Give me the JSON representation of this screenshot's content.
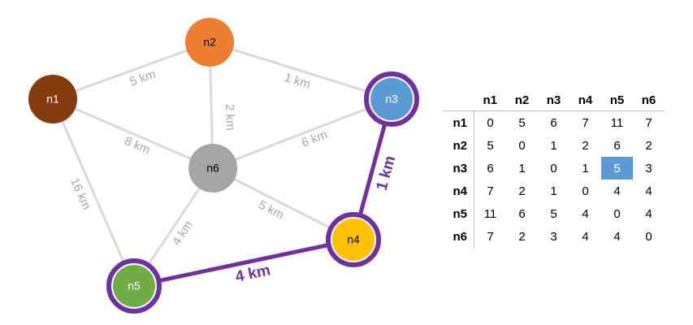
{
  "graph": {
    "nodes": [
      {
        "id": "n1",
        "label": "n1",
        "fill": "#843c0c",
        "text_color": "#ffffff",
        "highlighted": false
      },
      {
        "id": "n2",
        "label": "n2",
        "fill": "#ed7d31",
        "text_color": "#000000",
        "highlighted": false
      },
      {
        "id": "n3",
        "label": "n3",
        "fill": "#5b9bd5",
        "text_color": "#ffffff",
        "highlighted": true
      },
      {
        "id": "n4",
        "label": "n4",
        "fill": "#ffc000",
        "text_color": "#000000",
        "highlighted": true
      },
      {
        "id": "n5",
        "label": "n5",
        "fill": "#70ad47",
        "text_color": "#ffffff",
        "highlighted": true
      },
      {
        "id": "n6",
        "label": "n6",
        "fill": "#a5a5a5",
        "text_color": "#000000",
        "highlighted": false
      }
    ],
    "edges": [
      {
        "from": "n1",
        "to": "n2",
        "label": "5 km",
        "highlighted": false
      },
      {
        "from": "n2",
        "to": "n3",
        "label": "1 km",
        "highlighted": false
      },
      {
        "from": "n2",
        "to": "n6",
        "label": "2 km",
        "highlighted": false
      },
      {
        "from": "n1",
        "to": "n6",
        "label": "8 km",
        "highlighted": false
      },
      {
        "from": "n6",
        "to": "n3",
        "label": "6 km",
        "highlighted": false
      },
      {
        "from": "n1",
        "to": "n5",
        "label": "16 km",
        "highlighted": false
      },
      {
        "from": "n6",
        "to": "n5",
        "label": "4 km",
        "highlighted": false
      },
      {
        "from": "n6",
        "to": "n4",
        "label": "5 km",
        "highlighted": false
      },
      {
        "from": "n3",
        "to": "n4",
        "label": "1 km",
        "highlighted": true
      },
      {
        "from": "n4",
        "to": "n5",
        "label": "4 km",
        "highlighted": true
      }
    ],
    "highlight_color": "#7030a0"
  },
  "matrix": {
    "headers": [
      "n1",
      "n2",
      "n3",
      "n4",
      "n5",
      "n6"
    ],
    "rows": [
      {
        "label": "n1",
        "values": [
          "0",
          "5",
          "6",
          "7",
          "11",
          "7"
        ]
      },
      {
        "label": "n2",
        "values": [
          "5",
          "0",
          "1",
          "2",
          "6",
          "2"
        ]
      },
      {
        "label": "n3",
        "values": [
          "6",
          "1",
          "0",
          "1",
          "5",
          "3"
        ]
      },
      {
        "label": "n4",
        "values": [
          "7",
          "2",
          "1",
          "0",
          "4",
          "4"
        ]
      },
      {
        "label": "n5",
        "values": [
          "11",
          "6",
          "5",
          "4",
          "0",
          "4"
        ]
      },
      {
        "label": "n6",
        "values": [
          "7",
          "2",
          "3",
          "4",
          "4",
          "0"
        ]
      }
    ],
    "highlight": {
      "row": "n3",
      "col": "n5",
      "color": "#5b9bd5"
    }
  }
}
